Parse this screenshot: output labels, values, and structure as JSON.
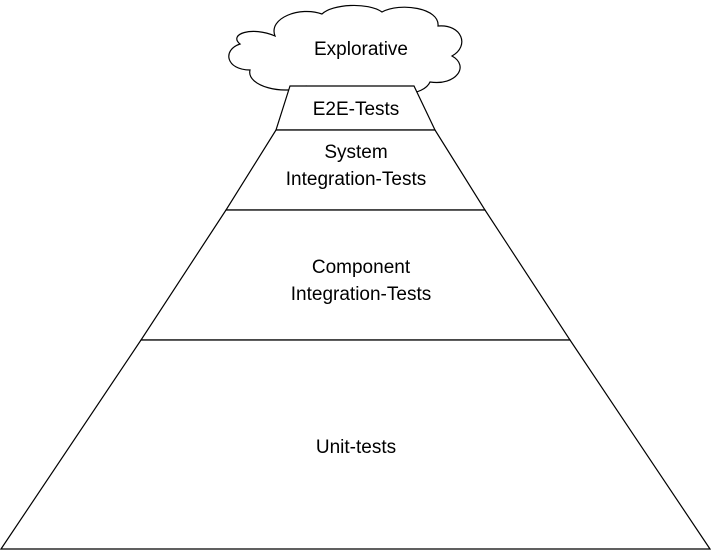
{
  "diagram": {
    "top": {
      "label": "Explorative"
    },
    "layers": [
      {
        "label_lines": [
          "E2E-Tests"
        ]
      },
      {
        "label_lines": [
          "System",
          "Integration-Tests"
        ]
      },
      {
        "label_lines": [
          "Component",
          "Integration-Tests"
        ]
      },
      {
        "label_lines": [
          "Unit-tests"
        ]
      }
    ]
  }
}
